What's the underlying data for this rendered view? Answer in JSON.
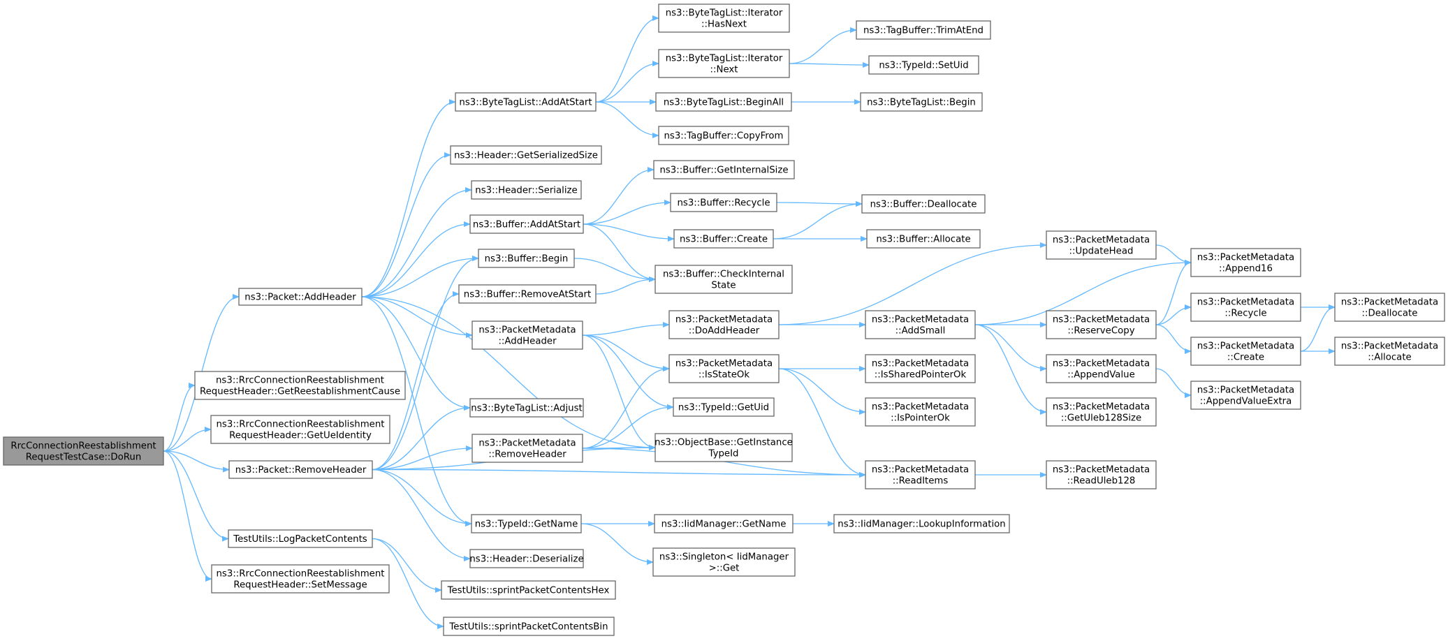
{
  "colors": {
    "edge": "#63b8ff",
    "node_fill": "#ffffff",
    "root_fill": "#999999",
    "node_border": "#666666"
  },
  "nodes": [
    {
      "id": "root",
      "lines": [
        "RrcConnectionReestablishment",
        "RequestTestCase::DoRun"
      ],
      "root": true
    },
    {
      "id": "addheader",
      "lines": [
        "ns3::Packet::AddHeader"
      ]
    },
    {
      "id": "getcause",
      "lines": [
        "ns3::RrcConnectionReestablishment",
        "RequestHeader::GetReestablishmentCause"
      ]
    },
    {
      "id": "getueid",
      "lines": [
        "ns3::RrcConnectionReestablishment",
        "RequestHeader::GetUeIdentity"
      ]
    },
    {
      "id": "removeheader",
      "lines": [
        "ns3::Packet::RemoveHeader"
      ]
    },
    {
      "id": "logpacket",
      "lines": [
        "TestUtils::LogPacketContents"
      ]
    },
    {
      "id": "setmessage",
      "lines": [
        "ns3::RrcConnectionReestablishment",
        "RequestHeader::SetMessage"
      ]
    },
    {
      "id": "btl_addatstart",
      "lines": [
        "ns3::ByteTagList::AddAtStart"
      ]
    },
    {
      "id": "hdr_getsersize",
      "lines": [
        "ns3::Header::GetSerializedSize"
      ]
    },
    {
      "id": "hdr_serialize",
      "lines": [
        "ns3::Header::Serialize"
      ]
    },
    {
      "id": "buf_addatstart",
      "lines": [
        "ns3::Buffer::AddAtStart"
      ]
    },
    {
      "id": "buf_begin",
      "lines": [
        "ns3::Buffer::Begin"
      ]
    },
    {
      "id": "buf_removeatstart",
      "lines": [
        "ns3::Buffer::RemoveAtStart"
      ]
    },
    {
      "id": "pm_addheader",
      "lines": [
        "ns3::PacketMetadata",
        "::AddHeader"
      ]
    },
    {
      "id": "btl_adjust",
      "lines": [
        "ns3::ByteTagList::Adjust"
      ]
    },
    {
      "id": "pm_removeheader",
      "lines": [
        "ns3::PacketMetadata",
        "::RemoveHeader"
      ]
    },
    {
      "id": "typeid_getname",
      "lines": [
        "ns3::TypeId::GetName"
      ]
    },
    {
      "id": "hdr_deserialize",
      "lines": [
        "ns3::Header::Deserialize"
      ]
    },
    {
      "id": "tu_hex",
      "lines": [
        "TestUtils::sprintPacketContentsHex"
      ]
    },
    {
      "id": "tu_bin",
      "lines": [
        "TestUtils::sprintPacketContentsBin"
      ]
    },
    {
      "id": "btl_it_hasnext",
      "lines": [
        "ns3::ByteTagList::Iterator",
        "::HasNext"
      ]
    },
    {
      "id": "btl_it_next",
      "lines": [
        "ns3::ByteTagList::Iterator",
        "::Next"
      ]
    },
    {
      "id": "btl_beginall",
      "lines": [
        "ns3::ByteTagList::BeginAll"
      ]
    },
    {
      "id": "tb_copyfrom",
      "lines": [
        "ns3::TagBuffer::CopyFrom"
      ]
    },
    {
      "id": "buf_getinternalsize",
      "lines": [
        "ns3::Buffer::GetInternalSize"
      ]
    },
    {
      "id": "buf_recycle",
      "lines": [
        "ns3::Buffer::Recycle"
      ]
    },
    {
      "id": "buf_create",
      "lines": [
        "ns3::Buffer::Create"
      ]
    },
    {
      "id": "buf_checkinternal",
      "lines": [
        "ns3::Buffer::CheckInternal",
        "State"
      ]
    },
    {
      "id": "pm_doaddheader",
      "lines": [
        "ns3::PacketMetadata",
        "::DoAddHeader"
      ]
    },
    {
      "id": "pm_isstateok",
      "lines": [
        "ns3::PacketMetadata",
        "::IsStateOk"
      ]
    },
    {
      "id": "typeid_getuid",
      "lines": [
        "ns3::TypeId::GetUid"
      ]
    },
    {
      "id": "ob_getinstance",
      "lines": [
        "ns3::ObjectBase::GetInstance",
        "TypeId"
      ]
    },
    {
      "id": "iid_getname",
      "lines": [
        "ns3::IidManager::GetName"
      ]
    },
    {
      "id": "singleton_get",
      "lines": [
        "ns3::Singleton< IidManager",
        ">::Get"
      ]
    },
    {
      "id": "tb_trimatend",
      "lines": [
        "ns3::TagBuffer::TrimAtEnd"
      ]
    },
    {
      "id": "typeid_setuid",
      "lines": [
        "ns3::TypeId::SetUid"
      ]
    },
    {
      "id": "btl_begin",
      "lines": [
        "ns3::ByteTagList::Begin"
      ]
    },
    {
      "id": "buf_deallocate",
      "lines": [
        "ns3::Buffer::Deallocate"
      ]
    },
    {
      "id": "buf_allocate",
      "lines": [
        "ns3::Buffer::Allocate"
      ]
    },
    {
      "id": "pm_updatehead",
      "lines": [
        "ns3::PacketMetadata",
        "::UpdateHead"
      ]
    },
    {
      "id": "pm_addsmall",
      "lines": [
        "ns3::PacketMetadata",
        "::AddSmall"
      ]
    },
    {
      "id": "pm_issharedptrok",
      "lines": [
        "ns3::PacketMetadata",
        "::IsSharedPointerOk"
      ]
    },
    {
      "id": "pm_isptrok",
      "lines": [
        "ns3::PacketMetadata",
        "::IsPointerOk"
      ]
    },
    {
      "id": "pm_readitems",
      "lines": [
        "ns3::PacketMetadata",
        "::ReadItems"
      ]
    },
    {
      "id": "iid_lookupinfo",
      "lines": [
        "ns3::IidManager::LookupInformation"
      ]
    },
    {
      "id": "pm_append16",
      "lines": [
        "ns3::PacketMetadata",
        "::Append16"
      ]
    },
    {
      "id": "pm_reservecopy",
      "lines": [
        "ns3::PacketMetadata",
        "::ReserveCopy"
      ]
    },
    {
      "id": "pm_appendvalue",
      "lines": [
        "ns3::PacketMetadata",
        "::AppendValue"
      ]
    },
    {
      "id": "pm_getuleb128size",
      "lines": [
        "ns3::PacketMetadata",
        "::GetUleb128Size"
      ]
    },
    {
      "id": "pm_readuleb128",
      "lines": [
        "ns3::PacketMetadata",
        "::ReadUleb128"
      ]
    },
    {
      "id": "pm_recycle",
      "lines": [
        "ns3::PacketMetadata",
        "::Recycle"
      ]
    },
    {
      "id": "pm_create",
      "lines": [
        "ns3::PacketMetadata",
        "::Create"
      ]
    },
    {
      "id": "pm_appendvalueextra",
      "lines": [
        "ns3::PacketMetadata",
        "::AppendValueExtra"
      ]
    },
    {
      "id": "pm_deallocate",
      "lines": [
        "ns3::PacketMetadata",
        "::Deallocate"
      ]
    },
    {
      "id": "pm_allocate",
      "lines": [
        "ns3::PacketMetadata",
        "::Allocate"
      ]
    }
  ],
  "edges": [
    [
      "root",
      "addheader"
    ],
    [
      "root",
      "getcause"
    ],
    [
      "root",
      "getueid"
    ],
    [
      "root",
      "removeheader"
    ],
    [
      "root",
      "logpacket"
    ],
    [
      "root",
      "setmessage"
    ],
    [
      "addheader",
      "btl_addatstart"
    ],
    [
      "addheader",
      "hdr_getsersize"
    ],
    [
      "addheader",
      "hdr_serialize"
    ],
    [
      "addheader",
      "buf_addatstart"
    ],
    [
      "addheader",
      "buf_begin"
    ],
    [
      "addheader",
      "pm_addheader"
    ],
    [
      "addheader",
      "btl_adjust"
    ],
    [
      "addheader",
      "typeid_getname"
    ],
    [
      "addheader",
      "ob_getinstance"
    ],
    [
      "removeheader",
      "buf_begin"
    ],
    [
      "removeheader",
      "buf_removeatstart"
    ],
    [
      "removeheader",
      "btl_adjust"
    ],
    [
      "removeheader",
      "pm_removeheader"
    ],
    [
      "removeheader",
      "typeid_getname"
    ],
    [
      "removeheader",
      "hdr_deserialize"
    ],
    [
      "removeheader",
      "ob_getinstance"
    ],
    [
      "removeheader",
      "pm_readitems"
    ],
    [
      "logpacket",
      "tu_hex"
    ],
    [
      "logpacket",
      "tu_bin"
    ],
    [
      "btl_addatstart",
      "btl_it_hasnext"
    ],
    [
      "btl_addatstart",
      "btl_it_next"
    ],
    [
      "btl_addatstart",
      "btl_beginall"
    ],
    [
      "btl_addatstart",
      "tb_copyfrom"
    ],
    [
      "btl_it_next",
      "tb_trimatend"
    ],
    [
      "btl_it_next",
      "typeid_setuid"
    ],
    [
      "btl_beginall",
      "btl_begin"
    ],
    [
      "buf_addatstart",
      "buf_getinternalsize"
    ],
    [
      "buf_addatstart",
      "buf_recycle"
    ],
    [
      "buf_addatstart",
      "buf_create"
    ],
    [
      "buf_addatstart",
      "buf_checkinternal"
    ],
    [
      "buf_recycle",
      "buf_deallocate"
    ],
    [
      "buf_create",
      "buf_deallocate"
    ],
    [
      "buf_create",
      "buf_allocate"
    ],
    [
      "buf_begin",
      "buf_checkinternal"
    ],
    [
      "buf_removeatstart",
      "buf_checkinternal"
    ],
    [
      "pm_addheader",
      "pm_doaddheader"
    ],
    [
      "pm_addheader",
      "pm_isstateok"
    ],
    [
      "pm_addheader",
      "typeid_getuid"
    ],
    [
      "pm_addheader",
      "ob_getinstance"
    ],
    [
      "pm_removeheader",
      "pm_isstateok"
    ],
    [
      "pm_removeheader",
      "typeid_getuid"
    ],
    [
      "pm_removeheader",
      "ob_getinstance"
    ],
    [
      "pm_removeheader",
      "pm_readitems"
    ],
    [
      "typeid_getname",
      "iid_getname"
    ],
    [
      "typeid_getname",
      "singleton_get"
    ],
    [
      "iid_getname",
      "iid_lookupinfo"
    ],
    [
      "pm_doaddheader",
      "pm_updatehead"
    ],
    [
      "pm_doaddheader",
      "pm_addsmall"
    ],
    [
      "pm_isstateok",
      "pm_issharedptrok"
    ],
    [
      "pm_isstateok",
      "pm_isptrok"
    ],
    [
      "pm_isstateok",
      "pm_readitems"
    ],
    [
      "pm_updatehead",
      "pm_append16"
    ],
    [
      "pm_addsmall",
      "pm_append16"
    ],
    [
      "pm_addsmall",
      "pm_reservecopy"
    ],
    [
      "pm_addsmall",
      "pm_appendvalue"
    ],
    [
      "pm_addsmall",
      "pm_getuleb128size"
    ],
    [
      "pm_readitems",
      "pm_readuleb128"
    ],
    [
      "pm_reservecopy",
      "pm_append16"
    ],
    [
      "pm_reservecopy",
      "pm_recycle"
    ],
    [
      "pm_reservecopy",
      "pm_create"
    ],
    [
      "pm_appendvalue",
      "pm_appendvalueextra"
    ],
    [
      "pm_recycle",
      "pm_deallocate"
    ],
    [
      "pm_create",
      "pm_deallocate"
    ],
    [
      "pm_create",
      "pm_allocate"
    ]
  ]
}
